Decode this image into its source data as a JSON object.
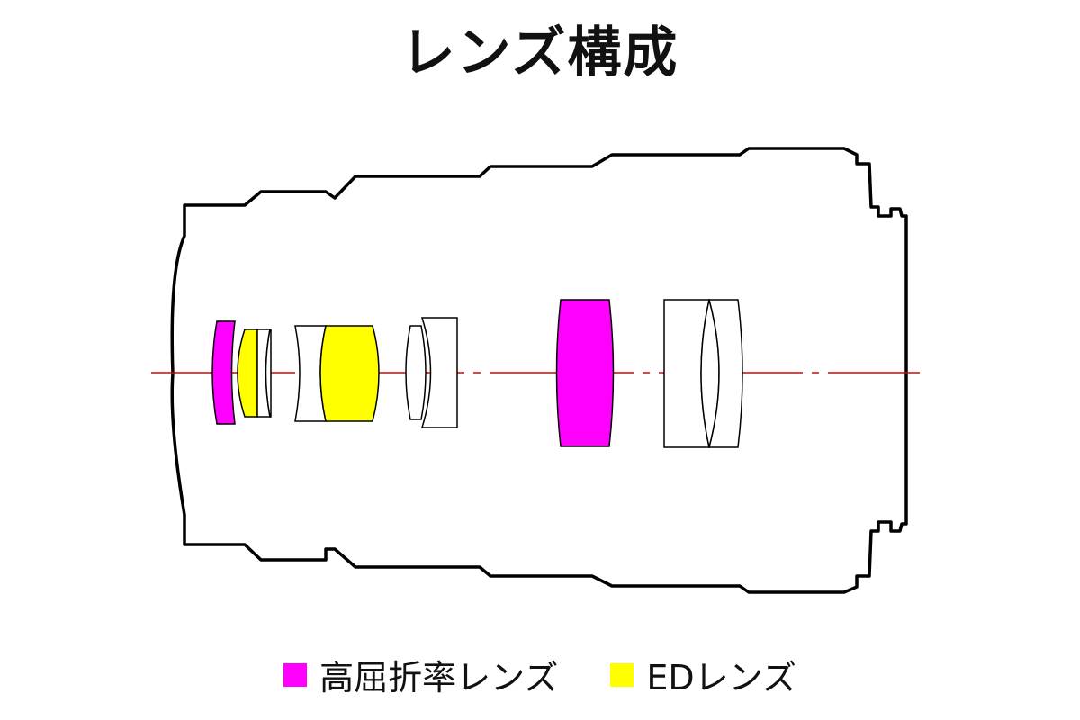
{
  "title": "レンズ構成",
  "colors": {
    "high_refraction": "#ff00ff",
    "ed": "#ffff00",
    "outline": "#000000",
    "axis": "#dd0000",
    "plain": "#ffffff"
  },
  "legend": [
    {
      "label": "高屈折率レンズ",
      "color": "#ff00ff"
    },
    {
      "label": "EDレンズ",
      "color": "#ffff00"
    }
  ],
  "lens_elements": [
    {
      "group": 1,
      "element": 1,
      "type": "high_refraction"
    },
    {
      "group": 1,
      "element": 2,
      "type": "ed"
    },
    {
      "group": 1,
      "element": 3,
      "type": "plain"
    },
    {
      "group": 2,
      "element": 4,
      "type": "plain"
    },
    {
      "group": 2,
      "element": 5,
      "type": "ed"
    },
    {
      "group": 3,
      "element": 6,
      "type": "plain"
    },
    {
      "group": 3,
      "element": 7,
      "type": "plain"
    },
    {
      "group": 4,
      "element": 8,
      "type": "high_refraction"
    },
    {
      "group": 5,
      "element": 9,
      "type": "plain"
    },
    {
      "group": 5,
      "element": 10,
      "type": "plain"
    },
    {
      "group": 5,
      "element": 11,
      "type": "plain"
    }
  ]
}
